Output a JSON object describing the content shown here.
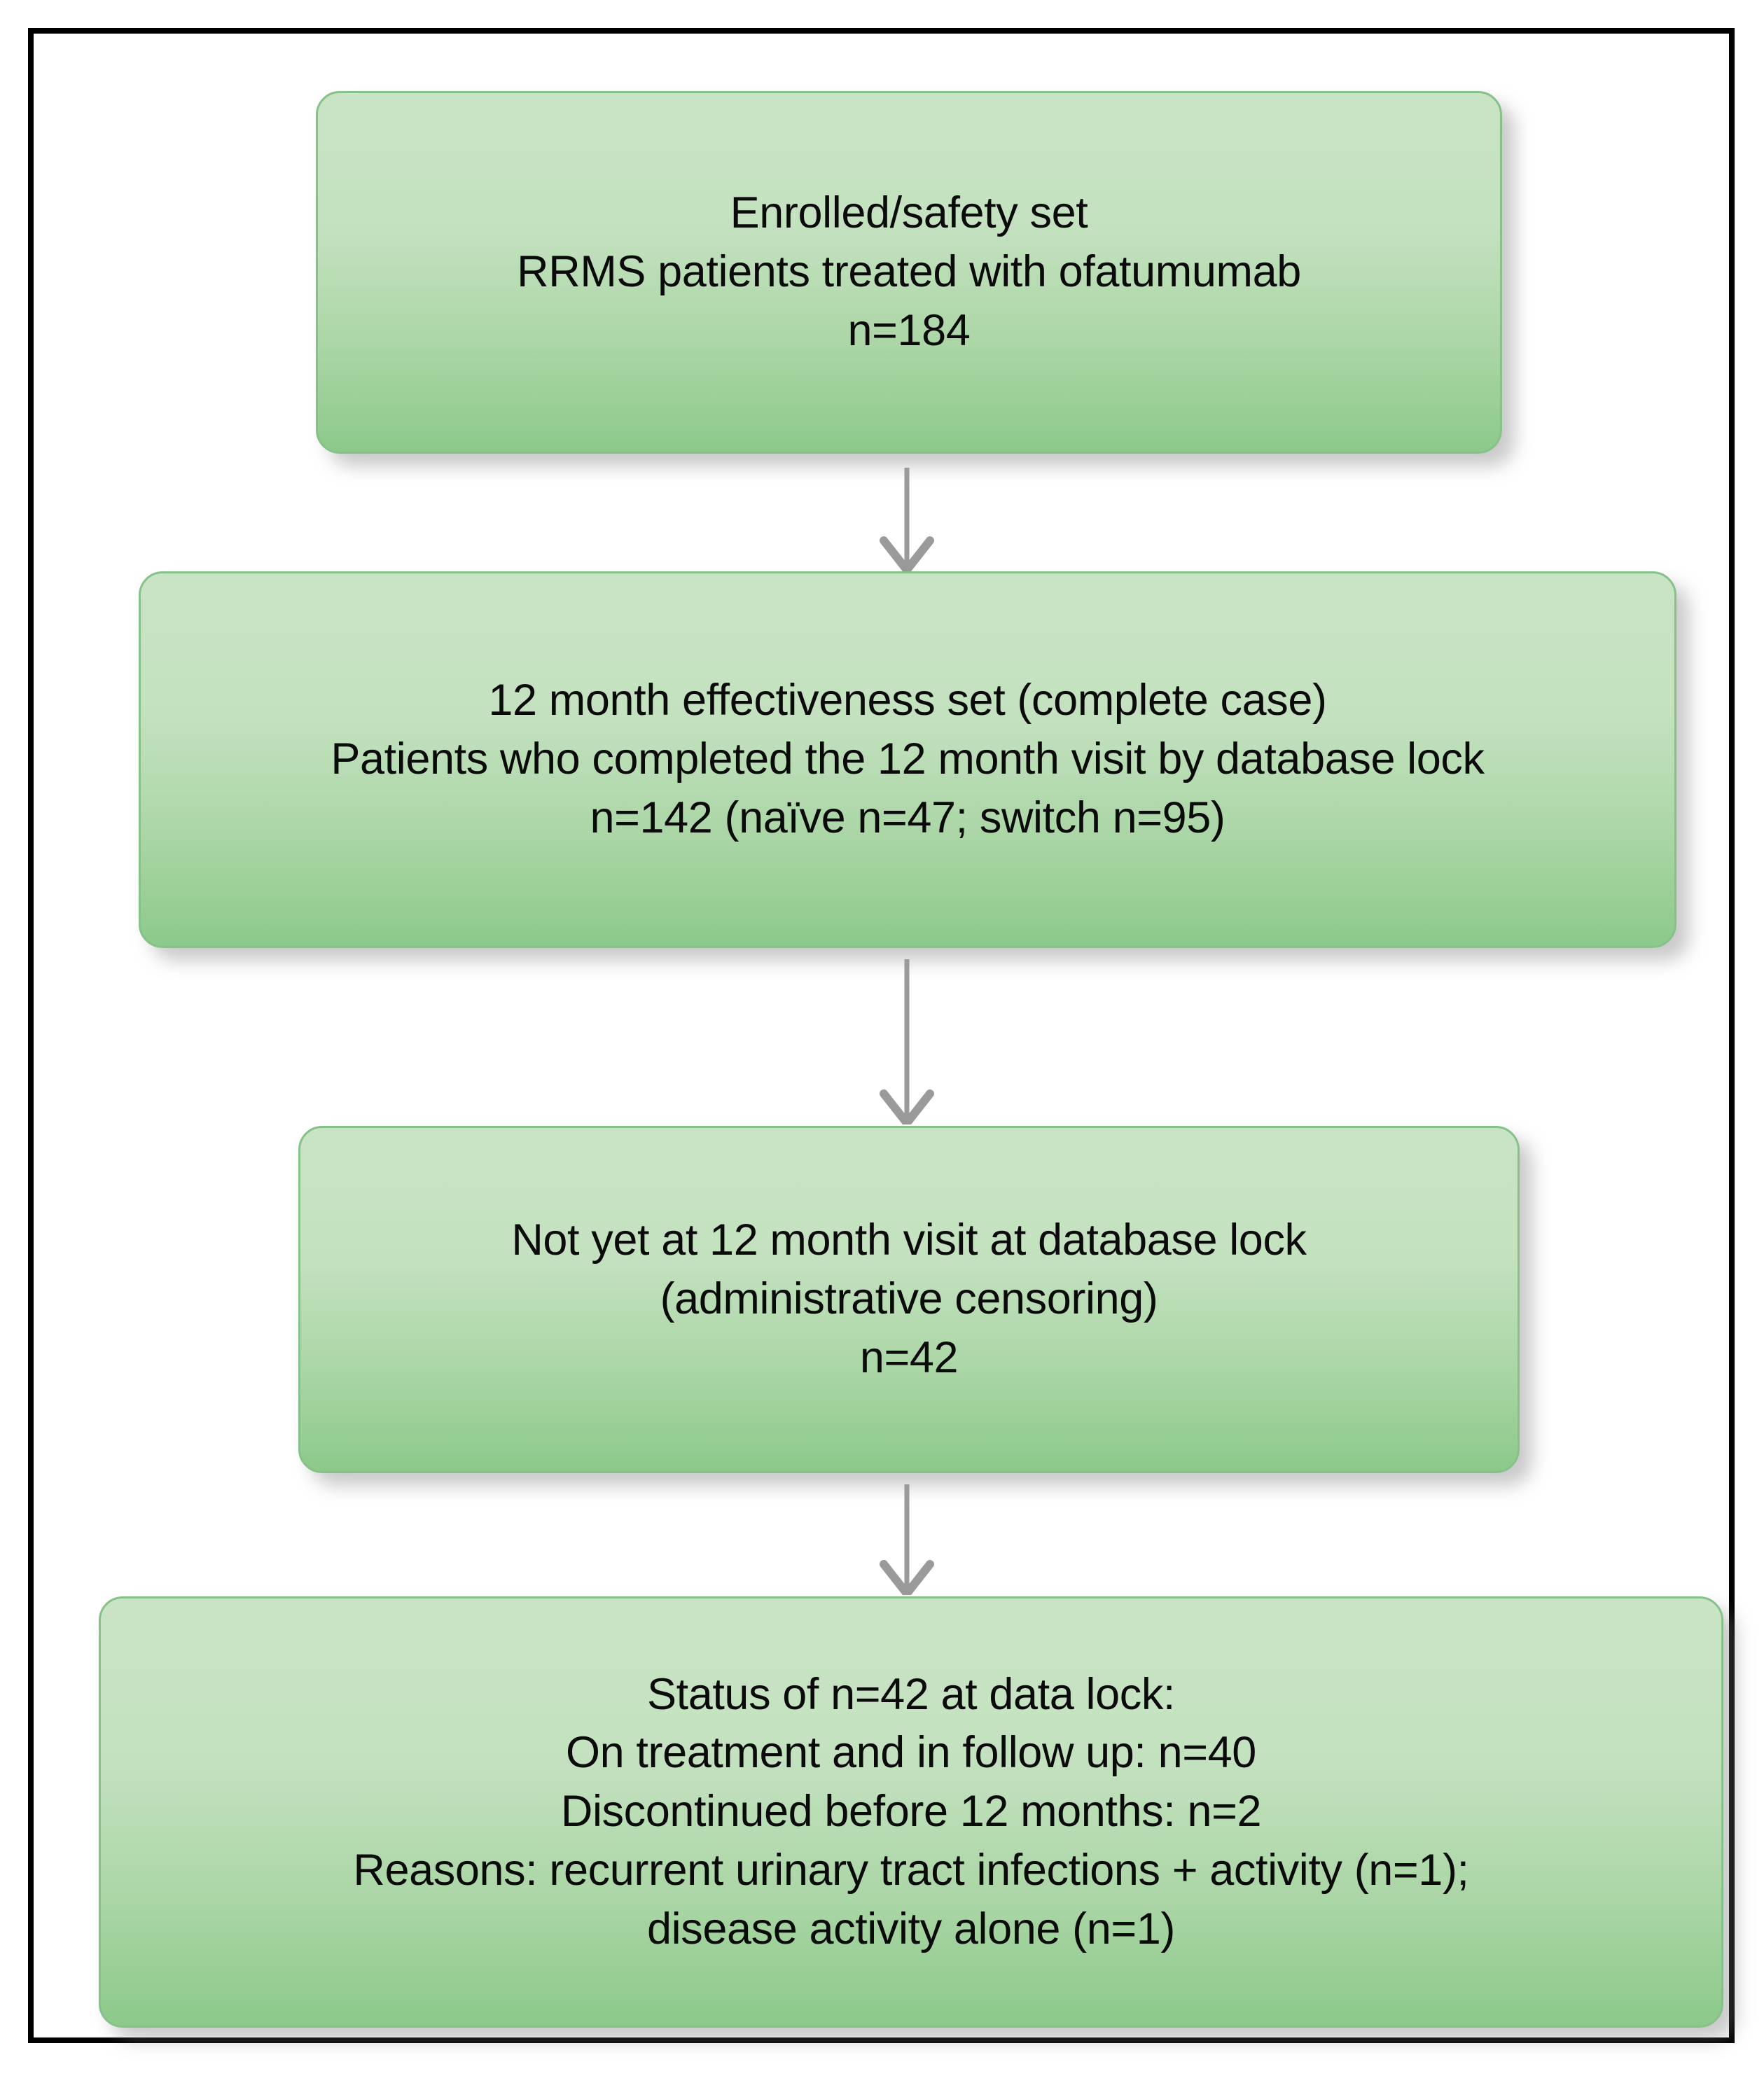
{
  "figure": {
    "type": "patient-disposition-flowchart",
    "orientation": "vertical-top-to-bottom",
    "frame_color": "#000000",
    "box_fill_top": "#c9e4c5",
    "box_fill_bottom": "#8cc98a",
    "box_border_color": "#86c189",
    "arrow_color": "#9a9a9a",
    "text_color": "#0b0b0b"
  },
  "nodes": [
    {
      "id": "enrolled-safety-set",
      "name": "Enrolled/safety set",
      "lines": [
        "Enrolled/safety set",
        "RRMS patients treated with ofatumumab",
        "n=184"
      ],
      "text": "Enrolled/safety set\nRRMS patients treated with ofatumumab\nn=184",
      "n": 184
    },
    {
      "id": "effectiveness-set",
      "name": "12 month effectiveness set (complete case)",
      "lines": [
        "12 month effectiveness set (complete case)",
        "Patients who completed the 12 month visit by database lock",
        "n=142 (naïve n=47; switch n=95)"
      ],
      "text": "12 month effectiveness set (complete case)\nPatients who completed the 12 month visit by database lock\nn=142 (naïve n=47; switch n=95)",
      "n": 142,
      "naive_n": 47,
      "switch_n": 95
    },
    {
      "id": "not-yet-at-visit",
      "name": "Not yet at 12 month visit at database lock",
      "lines": [
        "Not yet at 12 month visit at database lock",
        "(administrative censoring)",
        "n=42"
      ],
      "text": "Not yet at 12 month visit at database lock\n(administrative censoring)\nn=42",
      "n": 42
    },
    {
      "id": "status-at-data-lock",
      "name": "Status of n=42 at data lock",
      "lines": [
        "Status of n=42 at data lock:",
        "On treatment and in follow up: n=40",
        "Discontinued before 12 months: n=2",
        "Reasons: recurrent urinary tract infections + activity (n=1);",
        "disease activity alone (n=1)"
      ],
      "text": "Status of n=42 at data lock:\nOn treatment and in follow up: n=40\nDiscontinued before 12 months: n=2\nReasons: recurrent urinary tract infections + activity (n=1);\ndisease activity alone (n=1)",
      "n": 42,
      "on_treatment_n": 40,
      "discontinued_n": 2,
      "reason_uti_plus_activity_n": 1,
      "reason_disease_activity_alone_n": 1
    }
  ],
  "edges": [
    {
      "id": "arrow-1",
      "from": "enrolled-safety-set",
      "to": "effectiveness-set",
      "label": ""
    },
    {
      "id": "arrow-2",
      "from": "effectiveness-set",
      "to": "not-yet-at-visit",
      "label": ""
    },
    {
      "id": "arrow-3",
      "from": "not-yet-at-visit",
      "to": "status-at-data-lock",
      "label": ""
    }
  ]
}
